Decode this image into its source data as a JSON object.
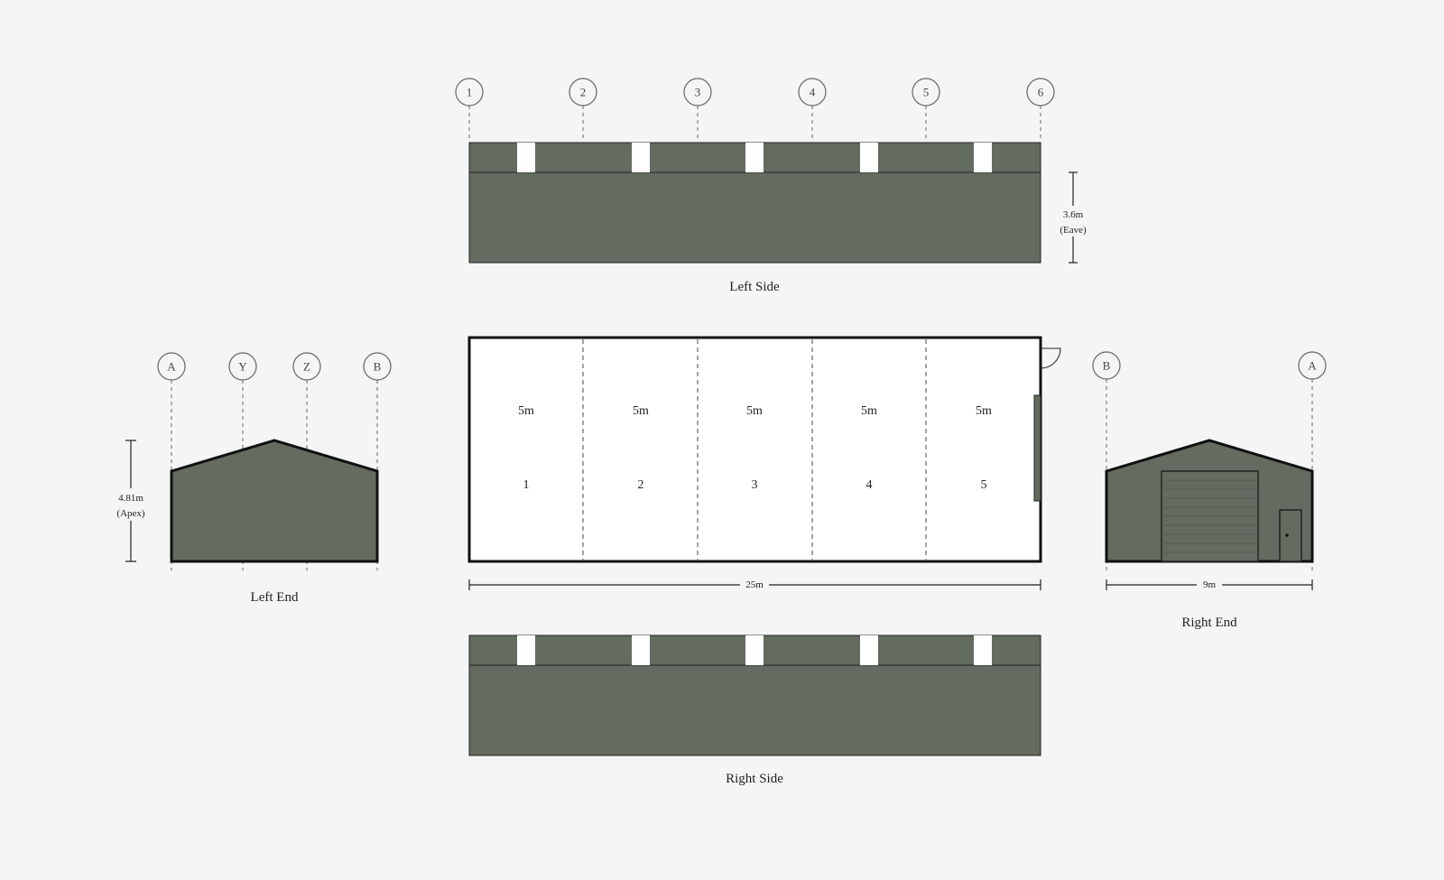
{
  "colors": {
    "cladding": "#646b61",
    "background": "#f5f5f5",
    "rooflight": "#ffffff",
    "outline": "#111111"
  },
  "side_grid_labels": [
    "1",
    "2",
    "3",
    "4",
    "5",
    "6"
  ],
  "left_end_grid_labels": [
    "A",
    "Y",
    "Z",
    "B"
  ],
  "right_end_grid_labels": [
    "B",
    "A"
  ],
  "captions": {
    "left_side": "Left Side",
    "right_side": "Right Side",
    "left_end": "Left End",
    "right_end": "Right End"
  },
  "dimensions": {
    "eave_value": "3.6m",
    "eave_note": "(Eave)",
    "apex_value": "4.81m",
    "apex_note": "(Apex)",
    "length": "25m",
    "width": "9m"
  },
  "bays": [
    {
      "width": "5m",
      "number": "1"
    },
    {
      "width": "5m",
      "number": "2"
    },
    {
      "width": "5m",
      "number": "3"
    },
    {
      "width": "5m",
      "number": "4"
    },
    {
      "width": "5m",
      "number": "5"
    }
  ]
}
